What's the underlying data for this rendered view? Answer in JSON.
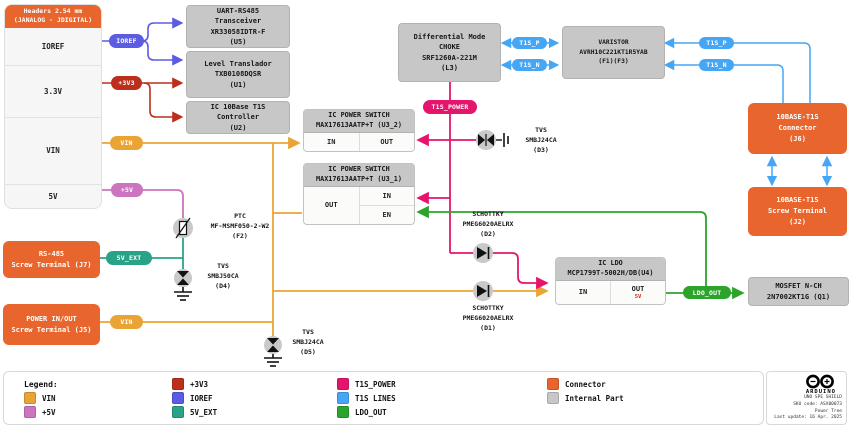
{
  "colors": {
    "vin": "#eaa436",
    "p3v3": "#bc2f1d",
    "p5v": "#cc74c0",
    "ioref": "#5b5be4",
    "v5ext": "#2aa287",
    "t1s_power": "#e5156d",
    "t1s": "#45a6f5",
    "ldo_out": "#2ca42c",
    "connector": "#e8662e",
    "internal": "#c7c7c7"
  },
  "headers": {
    "title": "Headers 2.54 mm\n(JANALOG - JDIGITAL)",
    "rows": [
      "IOREF",
      "3.3V",
      "VIN",
      "5V"
    ]
  },
  "blocks": {
    "u5": "UART-RS485\nTransceiver\nXR33058IDTR-F\n(U5)",
    "u1": "Level Translador\nTXB0108DQSR\n(U1)",
    "u2": "IC 10Base T1S\nController\n(U2)",
    "l3": "Differential Mode\nCHOKE\nSRF1260A-221M\n(L3)",
    "f1f3": "VARISTOR\nAVRH10C221KT1R5YAB\n(F1)(F3)",
    "u3_2_title": "IC POWER SWITCH\nMAX17613AATP+T (U3_2)",
    "u3_1_title": "IC POWER SWITCH\nMAX17613AATP+T (U3_1)",
    "u4_title": "IC LDO\nMCP1799T-5002H/DB(U4)",
    "q1": "MOSFET N-CH\n2N7002KT1G (Q1)",
    "j6": "10BASE-T1S\nConnector\n(J6)",
    "j2": "10BASE-T1S\nScrew Terminal\n(J2)",
    "j7": "RS-485\nScrew Terminal (J7)",
    "j5": "POWER IN/OUT\nScrew Terminal (J5)"
  },
  "pins": {
    "in": "IN",
    "out": "OUT",
    "en": "EN",
    "out_sub": "5V"
  },
  "pills": {
    "ioref": "IOREF",
    "p3v3": "+3V3",
    "vin": "VIN",
    "p5v": "+5V",
    "v5ext": "5V_EXT",
    "t1s_power": "T1S_POWER",
    "t1s_p": "T1S_P",
    "t1s_n": "T1S_N",
    "ldo_out": "LDO_OUT"
  },
  "components": {
    "f2": "PTC\nMF-MSMF050-2-W2\n(F2)",
    "d4": "TVS\nSMBJ50CA\n(D4)",
    "d5": "TVS\nSMBJ24CA\n(D5)",
    "d3": "TVS\nSMBJ24CA\n(D3)",
    "d2": "SCHOTTKY\nPMEG6020AELRX\n(D2)",
    "d1": "SCHOTTKY\nPMEG6020AELRX\n(D1)"
  },
  "legend": {
    "title": "Legend:",
    "rows": [
      [
        {
          "label": "+3V3",
          "color": "#bc2f1d"
        },
        {
          "label": "T1S_POWER",
          "color": "#e5156d"
        },
        {
          "label": "Connector",
          "color": "#e8662e"
        }
      ],
      [
        {
          "label": "VIN",
          "color": "#eaa436"
        },
        {
          "label": "IOREF",
          "color": "#5b5be4"
        },
        {
          "label": "T1S LINES",
          "color": "#45a6f5"
        },
        {
          "label": "Internal Part",
          "color": "#c7c7c7"
        }
      ],
      [
        {
          "label": "+5V",
          "color": "#cc74c0"
        },
        {
          "label": "5V_EXT",
          "color": "#2aa287"
        },
        {
          "label": "LDO_OUT",
          "color": "#2ca42c"
        }
      ]
    ]
  },
  "footer": {
    "brand": "ARDUINO",
    "lines": [
      "UNO SPE SHIELD",
      "SKU code: ASX00073",
      "Power Tree",
      "Last update: 16 Apr. 2025"
    ]
  }
}
